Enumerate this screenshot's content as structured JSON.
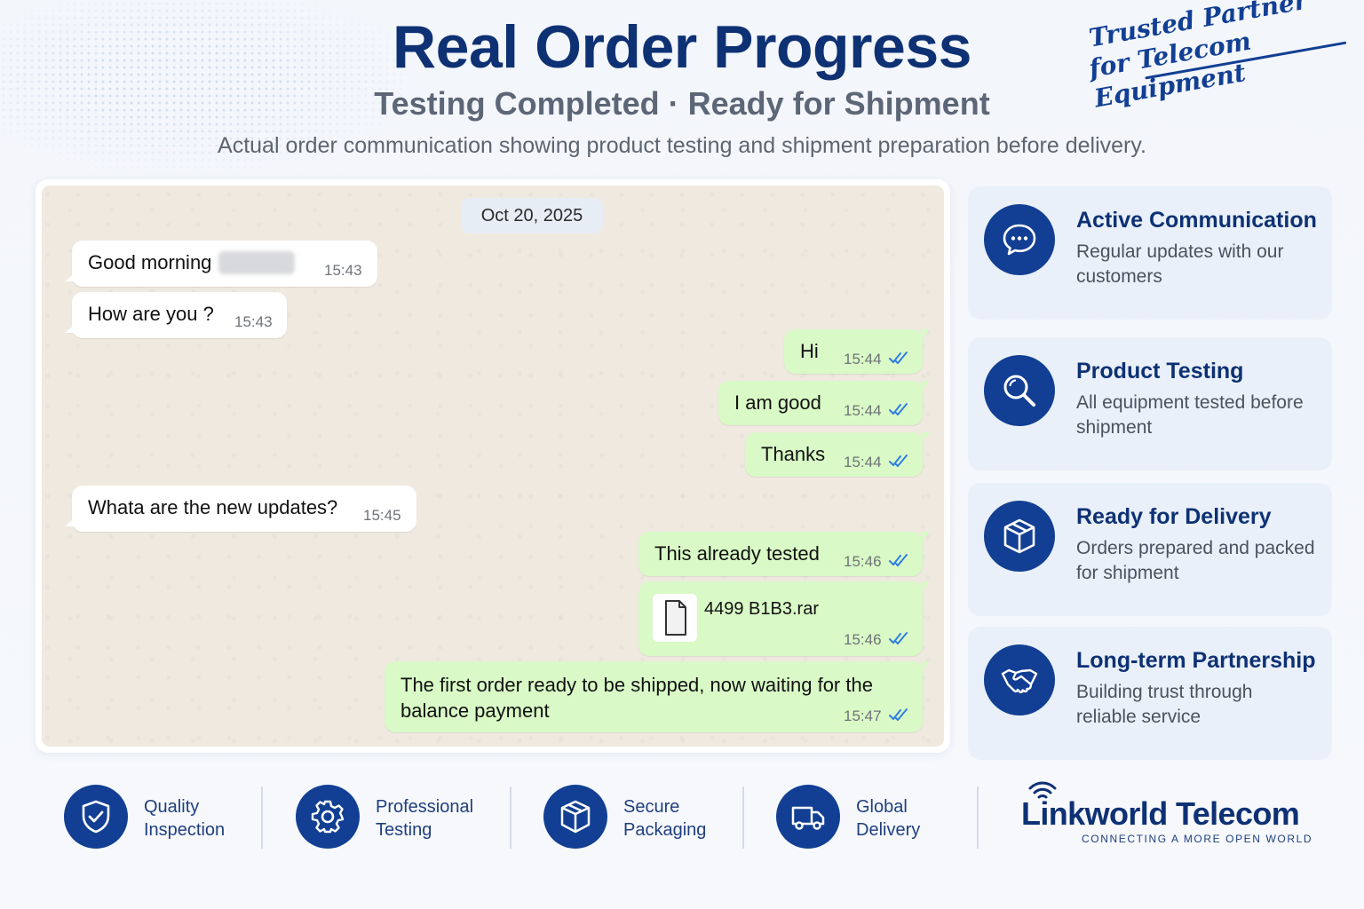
{
  "header": {
    "title": "Real Order Progress",
    "subtitle": "Testing Completed · Ready for Shipment",
    "tagline": "Actual order communication showing product testing and shipment preparation before delivery.",
    "badge_line1": "Trusted Partner",
    "badge_line2": "for Telecom Equipment"
  },
  "chat": {
    "date": "Oct 20, 2025",
    "messages": [
      {
        "direction": "in",
        "text": "Good morning",
        "time": "15:43"
      },
      {
        "direction": "in",
        "text": "How are you ?",
        "time": "15:43"
      },
      {
        "direction": "out",
        "text": "Hi",
        "time": "15:44",
        "status": "read"
      },
      {
        "direction": "out",
        "text": "I am good",
        "time": "15:44",
        "status": "read"
      },
      {
        "direction": "out",
        "text": "Thanks",
        "time": "15:44",
        "status": "read"
      },
      {
        "direction": "in",
        "text": "Whata are the new updates?",
        "time": "15:45"
      },
      {
        "direction": "out",
        "text": "This already tested",
        "time": "15:46",
        "status": "read"
      },
      {
        "direction": "out",
        "file": "4499 B1B3.rar",
        "time": "15:46",
        "status": "read"
      },
      {
        "direction": "out",
        "text": "The first order ready to be shipped, now waiting for the balance payment",
        "time": "15:47",
        "status": "read"
      }
    ]
  },
  "features": [
    {
      "icon": "chat-bubble-icon",
      "title": "Active Communication",
      "desc": "Regular updates with our customers"
    },
    {
      "icon": "magnifier-icon",
      "title": "Product Testing",
      "desc": "All equipment tested before shipment"
    },
    {
      "icon": "package-box-icon",
      "title": "Ready for Delivery",
      "desc": "Orders prepared and packed for shipment"
    },
    {
      "icon": "handshake-icon",
      "title": "Long-term Partnership",
      "desc": "Building trust through reliable service"
    }
  ],
  "badges": [
    {
      "icon": "shield-check-icon",
      "line1": "Quality",
      "line2": "Inspection"
    },
    {
      "icon": "gear-icon",
      "line1": "Professional",
      "line2": "Testing"
    },
    {
      "icon": "package-box-icon",
      "line1": "Secure",
      "line2": "Packaging"
    },
    {
      "icon": "delivery-truck-icon",
      "line1": "Global",
      "line2": "Delivery"
    }
  ],
  "brand": {
    "name": "Linkworld Telecom",
    "slogan": "CONNECTING A MORE OPEN WORLD"
  },
  "colors": {
    "navy": "#0e3174",
    "icon_blue": "#123f93",
    "incoming_bubble": "#ffffff",
    "outgoing_bubble": "#d9f9c6",
    "read_tick": "#2f7de1",
    "chat_background": "#efe9e0"
  }
}
